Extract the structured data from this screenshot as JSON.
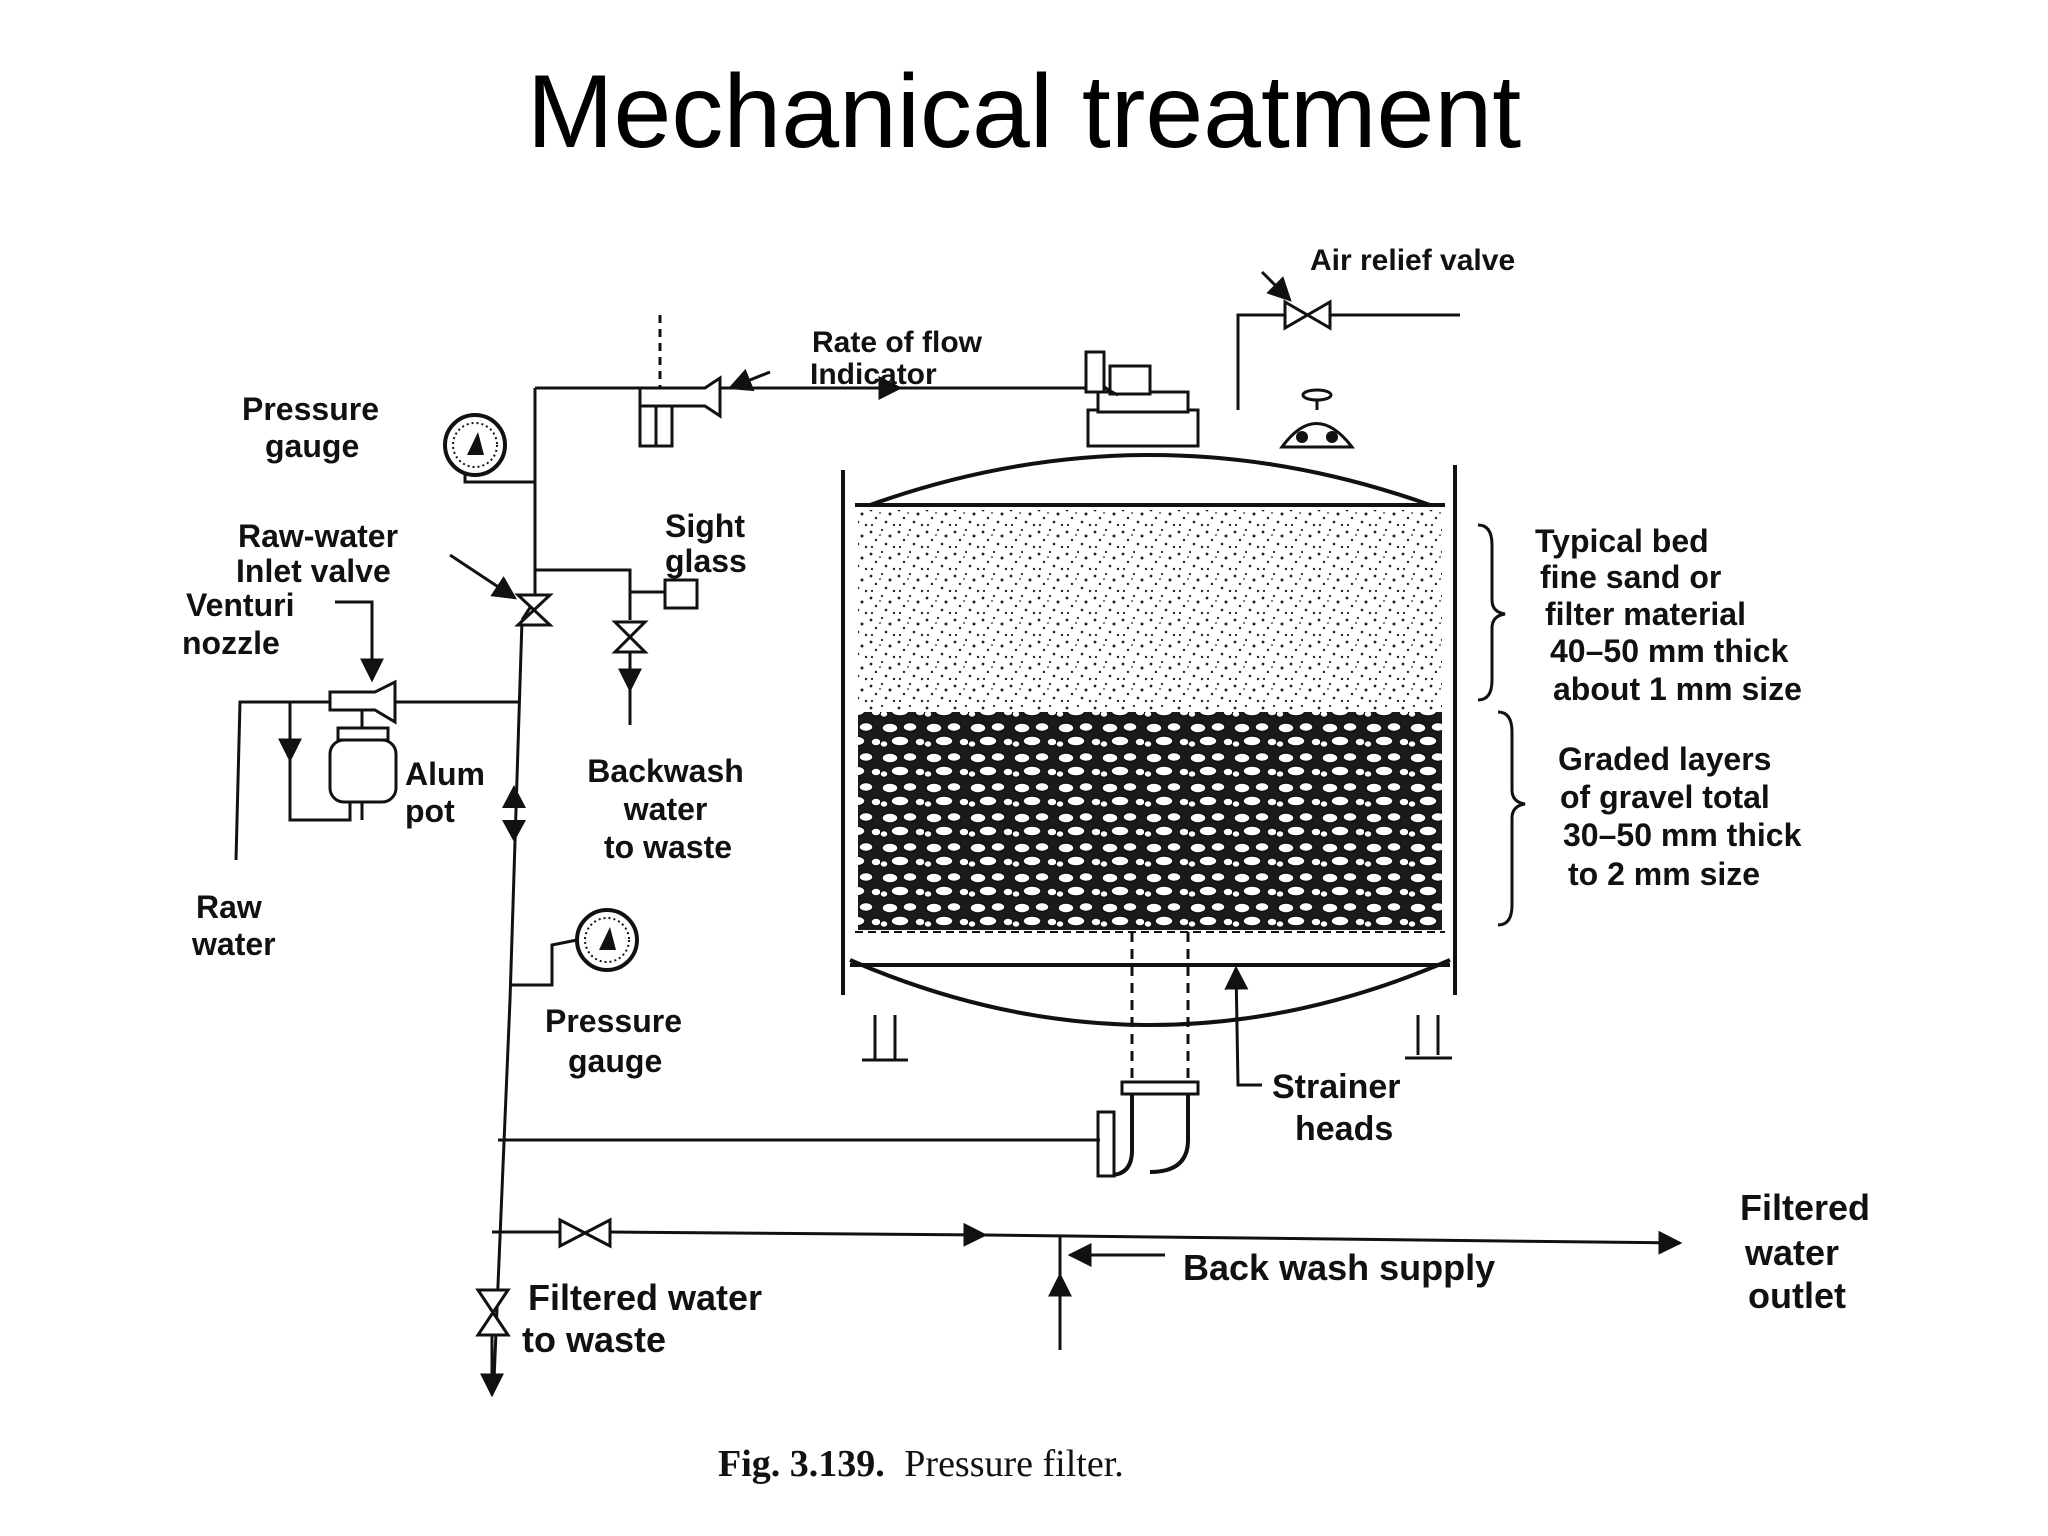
{
  "title": "Mechanical treatment",
  "labels": {
    "air_relief_valve": "Air relief valve",
    "rate_of_flow_1": "Rate of flow",
    "rate_of_flow_2": "Indicator",
    "pressure_gauge_top_1": "Pressure",
    "pressure_gauge_top_2": "gauge",
    "raw_water_inlet_1": "Raw-water",
    "raw_water_inlet_2": "Inlet valve",
    "venturi_1": "Venturi",
    "venturi_2": "nozzle",
    "sight_glass_1": "Sight",
    "sight_glass_2": "glass",
    "alum_pot_1": "Alum",
    "alum_pot_2": "pot",
    "backwash_waste_1": "Backwash",
    "backwash_waste_2": "water",
    "backwash_waste_3": "to waste",
    "raw_water_1": "Raw",
    "raw_water_2": "water",
    "pressure_gauge_bottom_1": "Pressure",
    "pressure_gauge_bottom_2": "gauge",
    "strainer_1": "Strainer",
    "strainer_2": "heads",
    "sand_1": "Typical bed",
    "sand_2": "fine sand or",
    "sand_3": "filter material",
    "sand_4": "40–50 mm thick",
    "sand_5": "about 1 mm size",
    "gravel_1": "Graded layers",
    "gravel_2": "of gravel total",
    "gravel_3": "30–50 mm thick",
    "gravel_4": "to 2 mm size",
    "back_wash_supply": "Back wash supply",
    "filtered_outlet_1": "Filtered",
    "filtered_outlet_2": "water",
    "filtered_outlet_3": "outlet",
    "filtered_waste_1": "Filtered water",
    "filtered_waste_2": "to waste"
  },
  "caption": {
    "fig": "Fig. 3.139.",
    "text": "Pressure filter."
  }
}
